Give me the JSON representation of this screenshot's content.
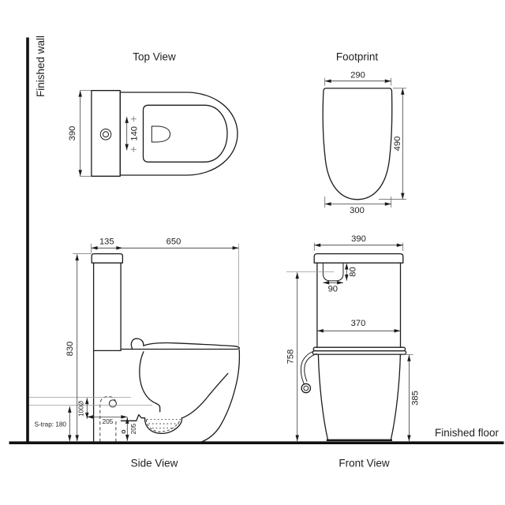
{
  "labels": {
    "finished_wall": "Finished wall",
    "finished_floor": "Finished floor"
  },
  "top_view": {
    "title": "Top View",
    "width": "390",
    "hinge_spacing": "140"
  },
  "footprint": {
    "title": "Footprint",
    "top_width": "290",
    "depth": "490",
    "bottom_width": "300"
  },
  "side_view": {
    "title": "Side View",
    "tank_depth": "135",
    "overall_depth": "650",
    "overall_height": "830",
    "s_trap": "S-trap: 180",
    "outlet_diameter": "100Ø",
    "outlet_offset_h": "205",
    "outlet_offset_v": "205"
  },
  "front_view": {
    "title": "Front View",
    "overall_width": "390",
    "button_width": "90",
    "button_height": "80",
    "tank_width": "370",
    "flush_height": "758",
    "bowl_height": "385"
  }
}
